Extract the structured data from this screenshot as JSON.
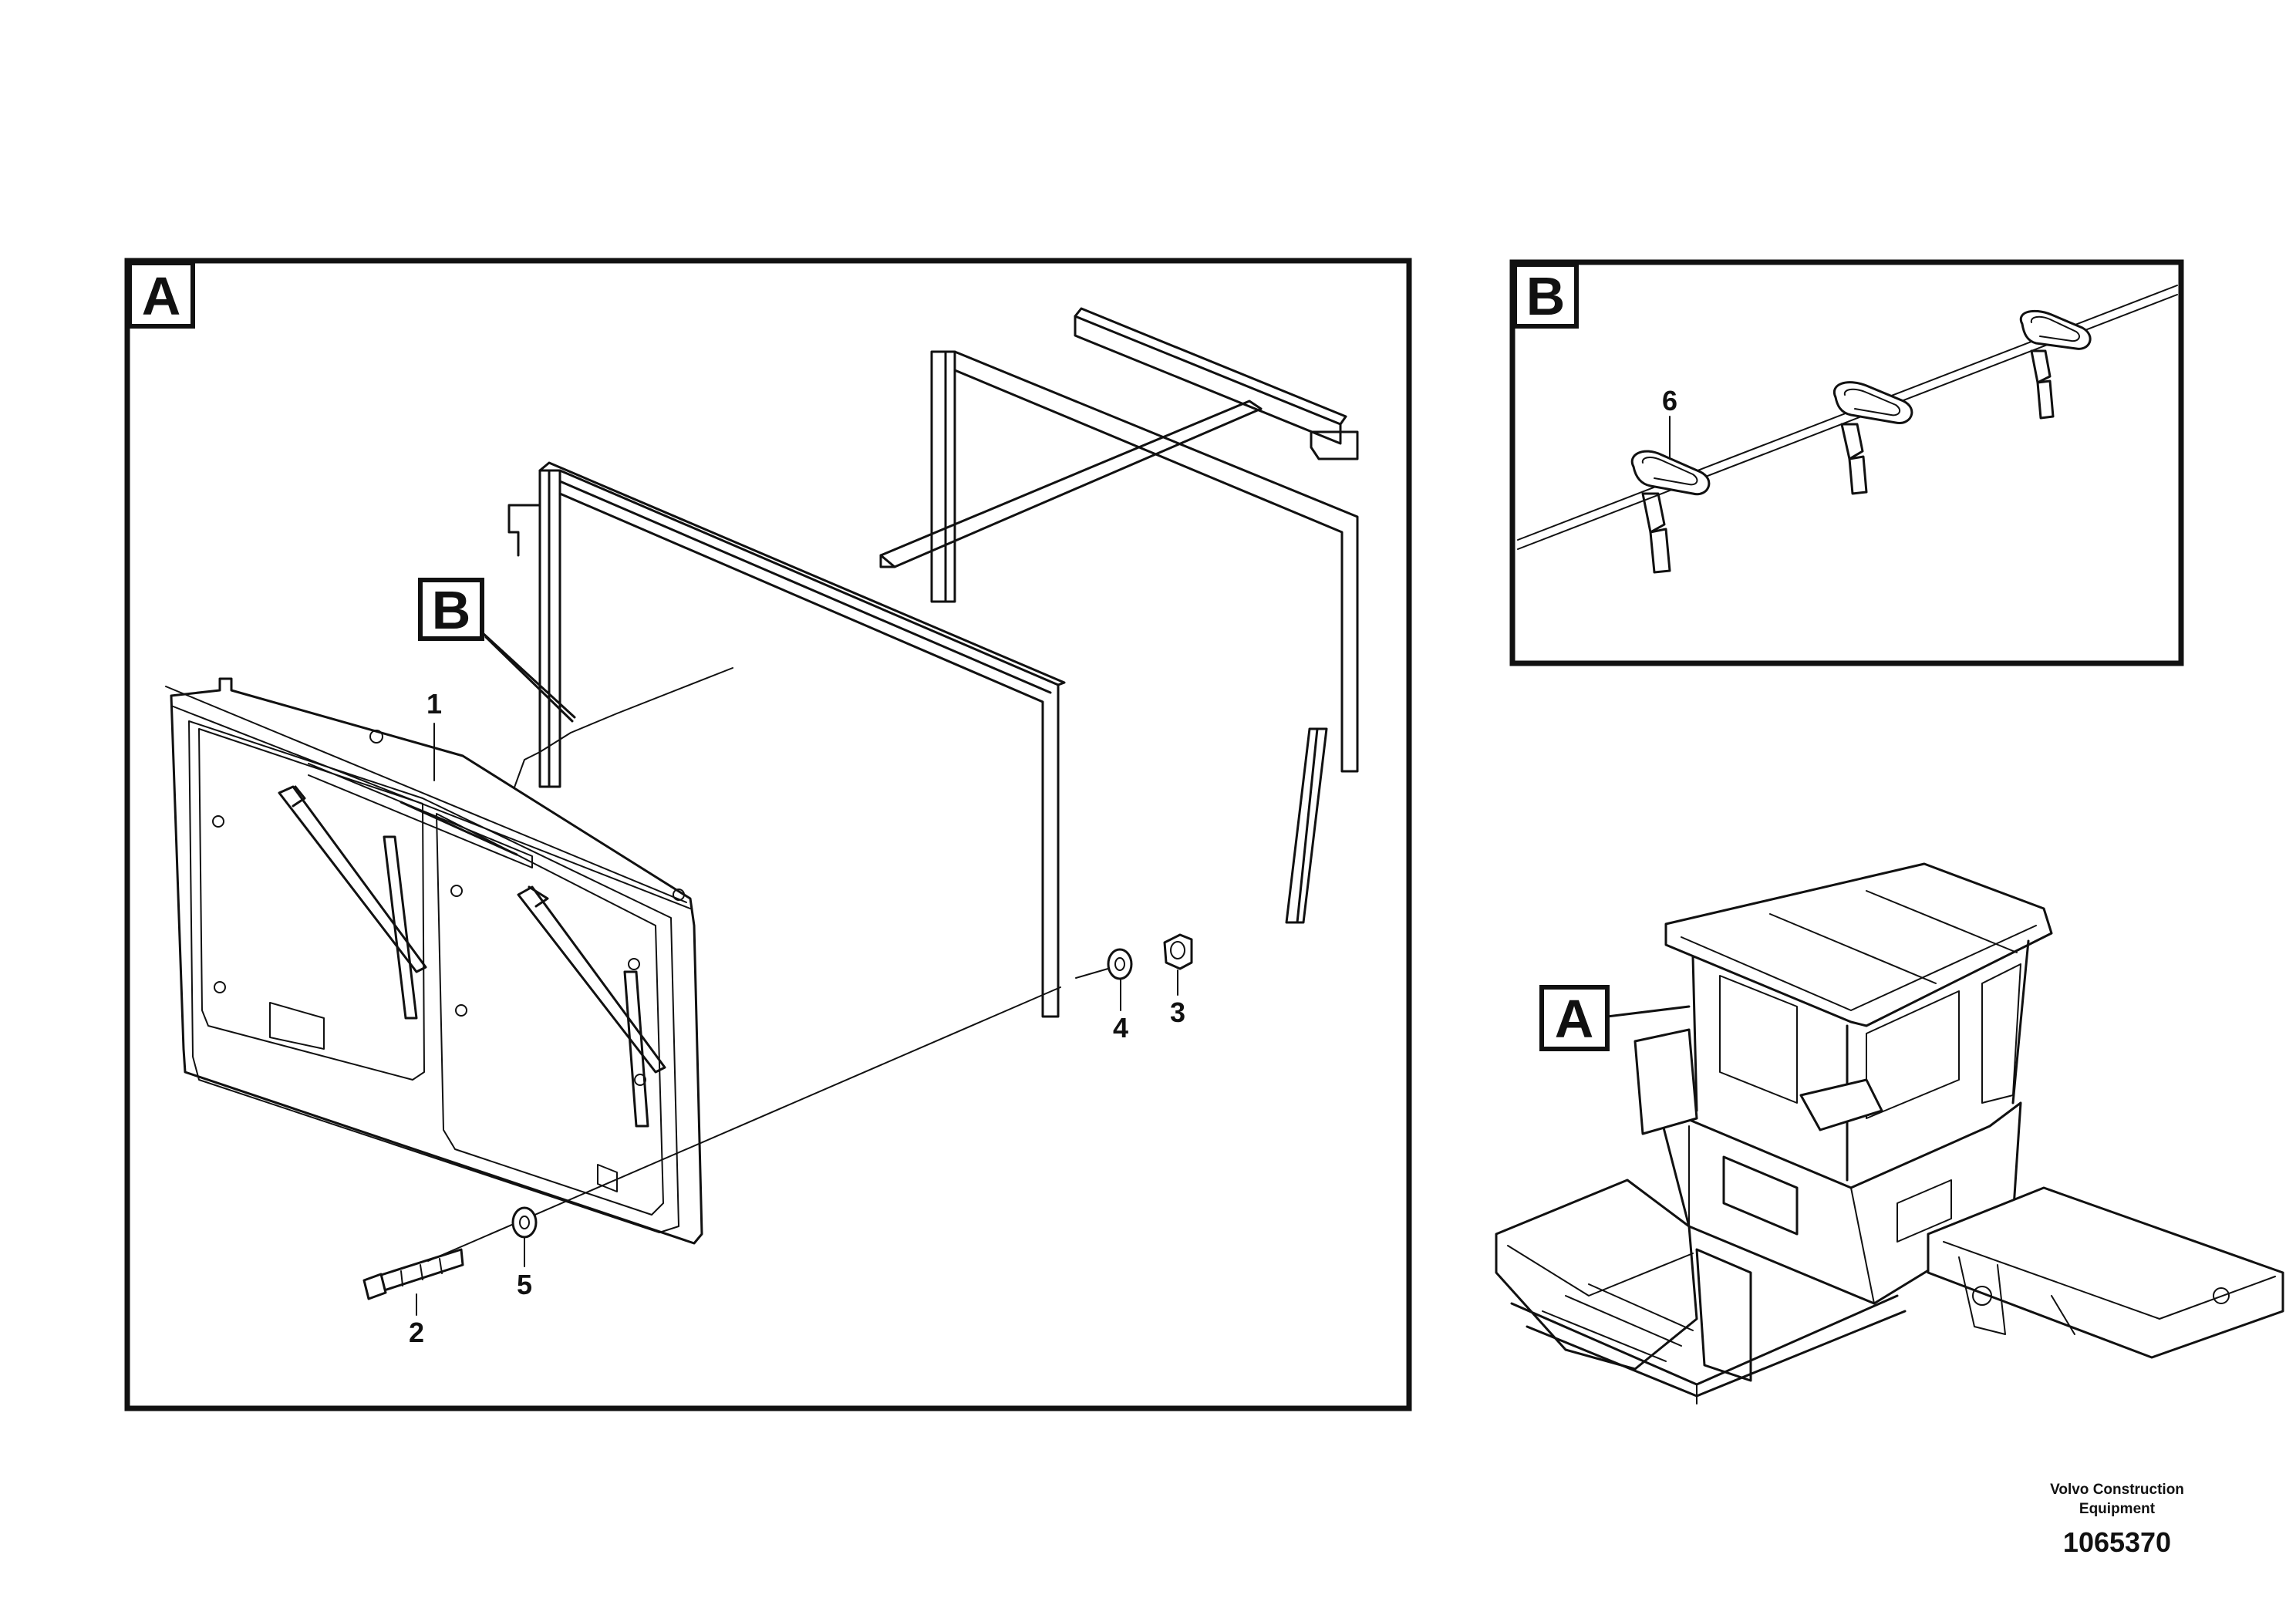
{
  "view_labels": {
    "view_a": "A",
    "view_b": "B"
  },
  "callouts": {
    "p1": "1",
    "p2": "2",
    "p3": "3",
    "p4": "4",
    "p5": "5",
    "p6": "6"
  },
  "footer": {
    "maker_line1": "Volvo Construction",
    "maker_line2": "Equipment",
    "drawing_number": "1065370"
  }
}
